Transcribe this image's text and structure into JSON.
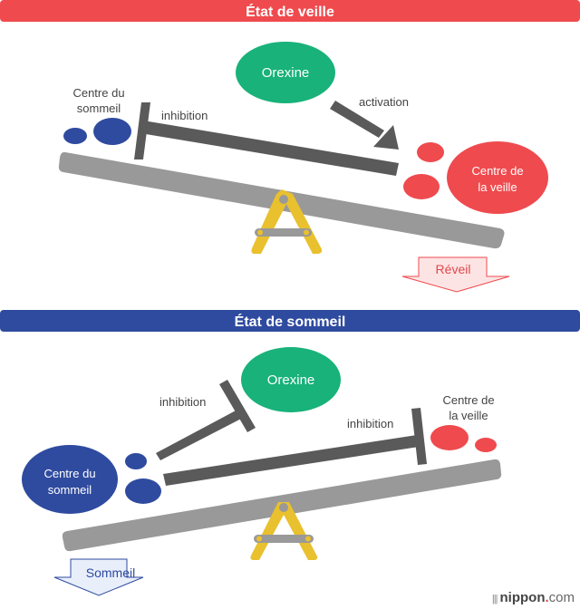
{
  "colors": {
    "wake_red": "#ef4a4e",
    "sleep_blue": "#2f4b9f",
    "orexin_green": "#18b27a",
    "connector_gray": "#5a5a5a",
    "seesaw_gray": "#999999",
    "fulcrum_yellow": "#e9c02e",
    "reveil_fill": "#fde4e4",
    "sommeil_fill": "#e8effb"
  },
  "wake_state": {
    "title": "État de veille",
    "orexin_label": "Orexine",
    "sleep_center_label_line1": "Centre du",
    "sleep_center_label_line2": "sommeil",
    "inhibition_label": "inhibition",
    "activation_label": "activation",
    "wake_center_label_line1": "Centre de",
    "wake_center_label_line2": "la veille",
    "result_arrow_label": "Réveil"
  },
  "sleep_state": {
    "title": "État de sommeil",
    "orexin_label": "Orexine",
    "inhibition_label_1": "inhibition",
    "inhibition_label_2": "inhibition",
    "sleep_center_label_line1": "Centre du",
    "sleep_center_label_line2": "sommeil",
    "wake_center_label_line1": "Centre de",
    "wake_center_label_line2": "la veille",
    "result_arrow_label": "Sommeil"
  },
  "footer": {
    "logo_bold": "nippon",
    "logo_dot": ".",
    "logo_suffix": "com"
  }
}
